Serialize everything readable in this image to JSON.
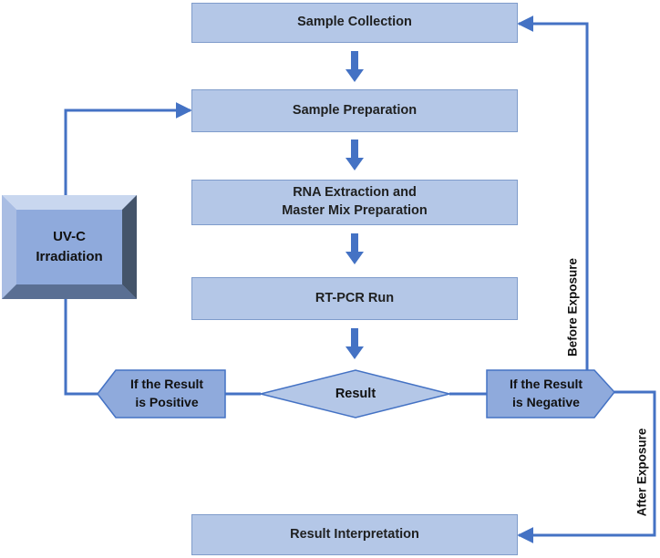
{
  "colors": {
    "box_fill": "#b4c7e7",
    "box_border": "#7f9ccb",
    "connector": "#4472c4",
    "shape_fill": "#8faadc",
    "uvc_inner": "#8faadc",
    "uvc_bevel_dark": "#44546a"
  },
  "steps": {
    "sample_collection": "Sample Collection",
    "sample_preparation": "Sample Preparation",
    "rna_extraction_line1": "RNA Extraction and",
    "rna_extraction_line2": "Master Mix Preparation",
    "rtpcr_run": "RT-PCR Run",
    "result": "Result",
    "result_interpretation": "Result Interpretation"
  },
  "branches": {
    "positive_line1": "If the Result",
    "positive_line2": "is Positive",
    "negative_line1": "If the Result",
    "negative_line2": "is Negative"
  },
  "uvc": {
    "line1": "UV-C",
    "line2": "Irradiation"
  },
  "edge_labels": {
    "before_exposure": "Before Exposure",
    "after_exposure": "After Exposure"
  }
}
